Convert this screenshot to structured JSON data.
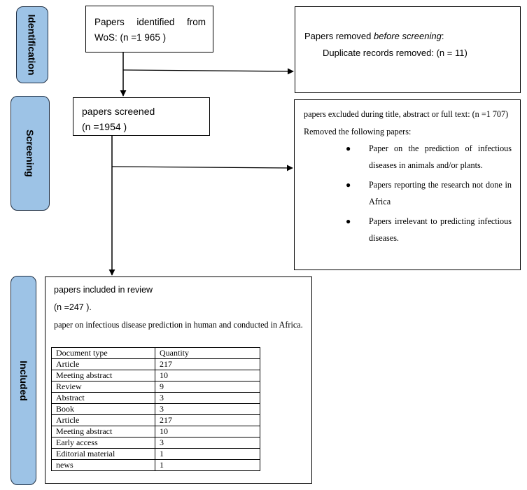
{
  "stages": {
    "identification": "Identification",
    "screening": "Screening",
    "included": "Included"
  },
  "identified": {
    "line1_words": [
      "Papers",
      "identified",
      "from"
    ],
    "line2": "WoS: (n =1 965 )"
  },
  "removed": {
    "prefix": "Papers removed ",
    "emphasis": "before screening",
    "suffix": ":",
    "duplicates": "Duplicate records removed:  (n = 11)"
  },
  "screened": {
    "title": "papers screened",
    "count": "(n =1954 )"
  },
  "excluded": {
    "line1": "papers excluded during title, abstract or full text: (n =1 707)",
    "line2": "Removed the following papers:",
    "bullets": [
      "Paper on the prediction of infectious diseases in animals and/or plants.",
      "Papers reporting the research not done in Africa",
      "Papers irrelevant to predicting infectious diseases."
    ]
  },
  "included": {
    "title": "papers included in review",
    "count": "(n =247 ).",
    "description": "paper on infectious disease prediction in human and conducted in Africa.",
    "table": {
      "headers": [
        "Document type",
        "Quantity"
      ],
      "rows": [
        [
          "Article",
          "217"
        ],
        [
          "Meeting abstract",
          "10"
        ],
        [
          "Review",
          "9"
        ],
        [
          "Abstract",
          "3"
        ],
        [
          "Book",
          "3"
        ],
        [
          "Article",
          "217"
        ],
        [
          "Meeting abstract",
          "10"
        ],
        [
          "Early access",
          "3"
        ],
        [
          "Editorial material",
          "1"
        ],
        [
          "news",
          "1"
        ]
      ]
    }
  }
}
